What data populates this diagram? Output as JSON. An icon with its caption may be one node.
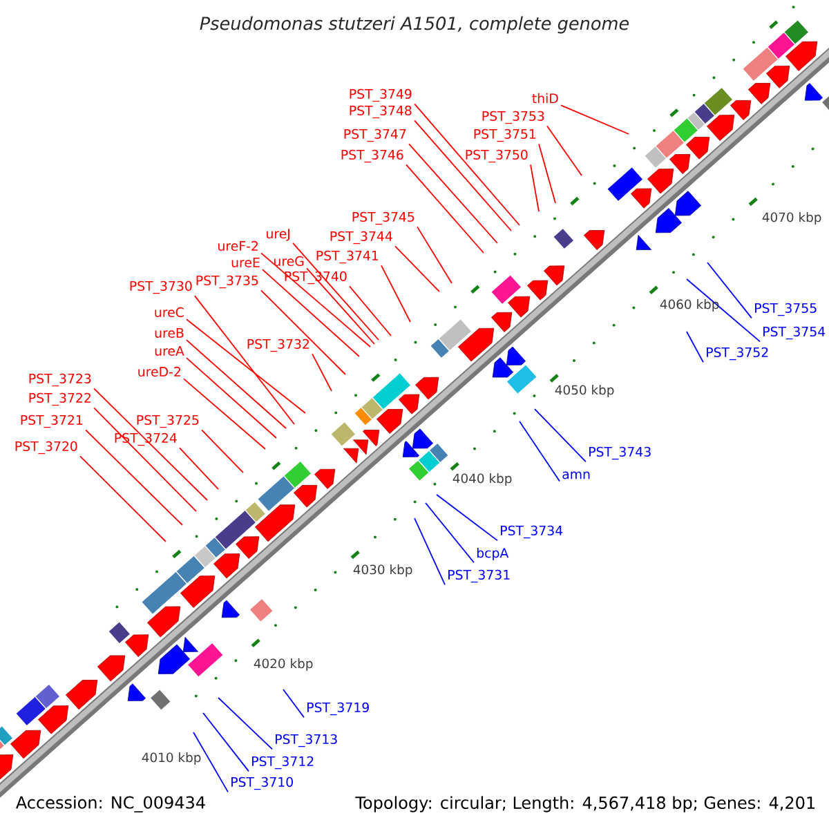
{
  "diagram": {
    "title": "Pseudomonas stutzeri A1501, complete genome",
    "nodes": [
      {
        "text": [
          "PST_3749"
        ]
      },
      {
        "text": [
          "PST_3748"
        ]
      },
      {
        "text": [
          "PST_3747"
        ]
      },
      {
        "text": [
          "PST_3746"
        ]
      },
      {
        "text": [
          "thiD"
        ]
      },
      {
        "text": [
          "PST_3753"
        ]
      },
      {
        "text": [
          "PST_3751"
        ]
      },
      {
        "text": [
          "PST_3750"
        ]
      },
      {
        "text": [
          "PST_3745"
        ]
      },
      {
        "text": [
          "PST_3744"
        ]
      },
      {
        "text": [
          "ureJ"
        ]
      },
      {
        "text": [
          "ureF-2"
        ]
      },
      {
        "text": [
          "ureE"
        ]
      },
      {
        "text": [
          "ureG"
        ]
      },
      {
        "text": [
          "PST_3741"
        ]
      },
      {
        "text": [
          "PST_3740"
        ]
      },
      {
        "text": [
          "PST_3730"
        ]
      },
      {
        "text": [
          "PST_3735"
        ]
      },
      {
        "text": [
          "ureC"
        ]
      },
      {
        "text": [
          "ureB"
        ]
      },
      {
        "text": [
          "PST_3732"
        ]
      },
      {
        "text": [
          "ureA"
        ]
      },
      {
        "text": [
          "ureD-2"
        ]
      },
      {
        "text": [
          "PST_3723"
        ]
      },
      {
        "text": [
          "PST_3722"
        ]
      },
      {
        "text": [
          "PST_3721"
        ]
      },
      {
        "text": [
          "PST_3725"
        ]
      },
      {
        "text": [
          "PST_3724"
        ]
      },
      {
        "text": [
          "PST_3720"
        ]
      },
      {
        "text": [
          "PST_3755"
        ]
      },
      {
        "text": [
          "PST_3754"
        ]
      },
      {
        "text": [
          "PST_3752"
        ]
      },
      {
        "text": [
          "PST_3743"
        ]
      },
      {
        "text": [
          "amn"
        ]
      },
      {
        "text": [
          "PST_3734"
        ]
      },
      {
        "text": [
          "bcpA"
        ]
      },
      {
        "text": [
          "PST_3731"
        ]
      },
      {
        "text": [
          "PST_3719"
        ]
      },
      {
        "text": [
          "PST_3713"
        ]
      },
      {
        "text": [
          "PST_3712"
        ]
      },
      {
        "text": [
          "PST_3710"
        ]
      }
    ],
    "edges": [
      {
        "from": 0,
        "to": null,
        "arrow": "none"
      },
      {
        "from": 1,
        "to": null,
        "arrow": "none"
      },
      {
        "from": 2,
        "to": null,
        "arrow": "none"
      },
      {
        "from": 3,
        "to": null,
        "arrow": "none"
      },
      {
        "from": 4,
        "to": null,
        "arrow": "none"
      },
      {
        "from": 5,
        "to": null,
        "arrow": "none"
      },
      {
        "from": 6,
        "to": null,
        "arrow": "none"
      },
      {
        "from": 7,
        "to": null,
        "arrow": "none"
      },
      {
        "from": 8,
        "to": null,
        "arrow": "none"
      },
      {
        "from": 9,
        "to": null,
        "arrow": "none"
      },
      {
        "from": 10,
        "to": null,
        "arrow": "none"
      },
      {
        "from": 11,
        "to": null,
        "arrow": "none"
      },
      {
        "from": 12,
        "to": null,
        "arrow": "none"
      },
      {
        "from": 13,
        "to": null,
        "arrow": "none"
      },
      {
        "from": 14,
        "to": null,
        "arrow": "none"
      },
      {
        "from": 15,
        "to": null,
        "arrow": "none"
      },
      {
        "from": 16,
        "to": null,
        "arrow": "none"
      },
      {
        "from": 17,
        "to": null,
        "arrow": "none"
      },
      {
        "from": 18,
        "to": null,
        "arrow": "none"
      },
      {
        "from": 19,
        "to": null,
        "arrow": "none"
      },
      {
        "from": 20,
        "to": null,
        "arrow": "none"
      },
      {
        "from": 21,
        "to": null,
        "arrow": "none"
      },
      {
        "from": 22,
        "to": null,
        "arrow": "none"
      },
      {
        "from": 23,
        "to": null,
        "arrow": "none"
      },
      {
        "from": 24,
        "to": null,
        "arrow": "none"
      },
      {
        "from": 25,
        "to": null,
        "arrow": "none"
      },
      {
        "from": 26,
        "to": null,
        "arrow": "none"
      },
      {
        "from": 27,
        "to": null,
        "arrow": "none"
      },
      {
        "from": 28,
        "to": null,
        "arrow": "none"
      },
      {
        "from": 29,
        "to": null,
        "arrow": "none",
        "color": "#0000ff"
      },
      {
        "from": 30,
        "to": null,
        "arrow": "none",
        "color": "#0000ff"
      },
      {
        "from": 31,
        "to": null,
        "arrow": "none",
        "color": "#0000ff"
      },
      {
        "from": 32,
        "to": null,
        "arrow": "none",
        "color": "#0000ff"
      },
      {
        "from": 33,
        "to": null,
        "arrow": "none",
        "color": "#0000ff"
      },
      {
        "from": 34,
        "to": null,
        "arrow": "none",
        "color": "#0000ff"
      },
      {
        "from": 35,
        "to": null,
        "arrow": "none",
        "color": "#0000ff"
      },
      {
        "from": 36,
        "to": null,
        "arrow": "none",
        "color": "#0000ff"
      },
      {
        "from": 37,
        "to": null,
        "arrow": "none",
        "color": "#0000ff"
      },
      {
        "from": 38,
        "to": null,
        "arrow": "none",
        "color": "#0000ff"
      },
      {
        "from": 39,
        "to": null,
        "arrow": "none",
        "color": "#0000ff"
      },
      {
        "from": 40,
        "to": null,
        "arrow": "none",
        "color": "#0000ff"
      }
    ],
    "labels": [
      "4070 kbp",
      "4060 kbp",
      "4050 kbp",
      "4040 kbp",
      "4030 kbp",
      "4020 kbp",
      "4010 kbp",
      "Accession: NC_009434",
      "Topology: circular; Length: 4,567,418 bp; Genes: 4,201"
    ]
  }
}
